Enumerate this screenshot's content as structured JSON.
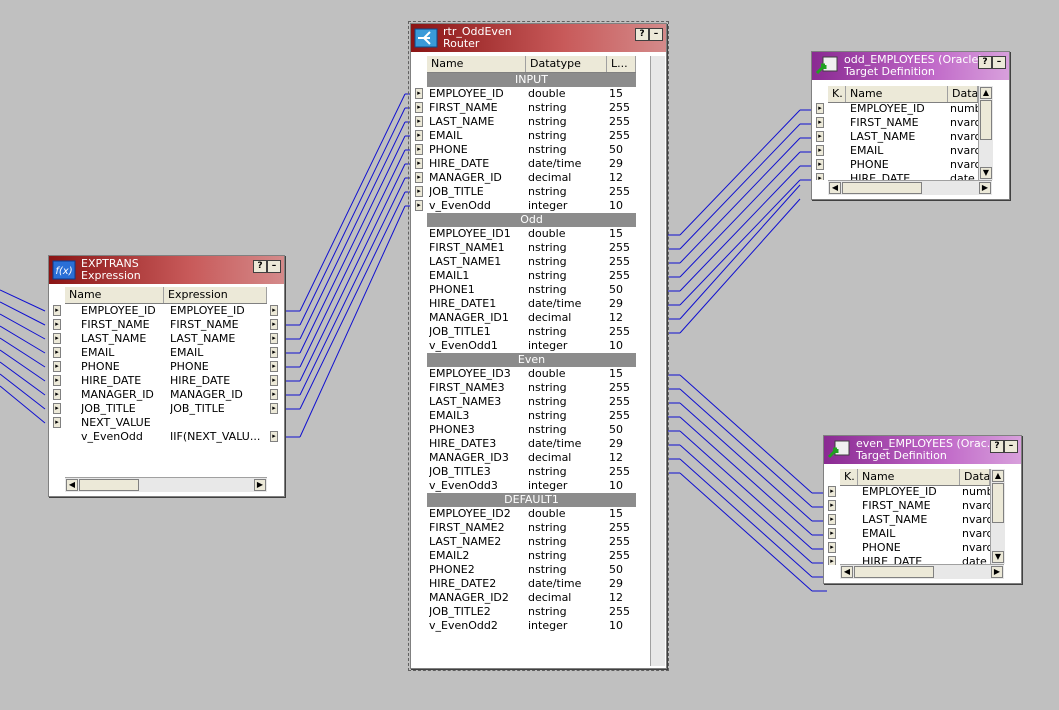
{
  "expression": {
    "title": "EXPTRANS",
    "subtitle": "Expression",
    "columns": [
      "Name",
      "Expression"
    ],
    "rows": [
      {
        "name": "EMPLOYEE_ID",
        "expr": "EMPLOYEE_ID"
      },
      {
        "name": "FIRST_NAME",
        "expr": "FIRST_NAME"
      },
      {
        "name": "LAST_NAME",
        "expr": "LAST_NAME"
      },
      {
        "name": "EMAIL",
        "expr": "EMAIL"
      },
      {
        "name": "PHONE",
        "expr": "PHONE"
      },
      {
        "name": "HIRE_DATE",
        "expr": "HIRE_DATE"
      },
      {
        "name": "MANAGER_ID",
        "expr": "MANAGER_ID"
      },
      {
        "name": "JOB_TITLE",
        "expr": "JOB_TITLE"
      },
      {
        "name": "NEXT_VALUE",
        "expr": ""
      },
      {
        "name": "v_EvenOdd",
        "expr": "IIF(NEXT_VALU..."
      }
    ]
  },
  "router": {
    "title": "rtr_OddEven",
    "subtitle": "Router",
    "columns": [
      "Name",
      "Datatype",
      "L..."
    ],
    "groups": [
      {
        "label": "INPUT",
        "rows": [
          {
            "name": "EMPLOYEE_ID",
            "type": "double",
            "len": "15"
          },
          {
            "name": "FIRST_NAME",
            "type": "nstring",
            "len": "255"
          },
          {
            "name": "LAST_NAME",
            "type": "nstring",
            "len": "255"
          },
          {
            "name": "EMAIL",
            "type": "nstring",
            "len": "255"
          },
          {
            "name": "PHONE",
            "type": "nstring",
            "len": "50"
          },
          {
            "name": "HIRE_DATE",
            "type": "date/time",
            "len": "29"
          },
          {
            "name": "MANAGER_ID",
            "type": "decimal",
            "len": "12"
          },
          {
            "name": "JOB_TITLE",
            "type": "nstring",
            "len": "255"
          },
          {
            "name": "v_EvenOdd",
            "type": "integer",
            "len": "10"
          }
        ]
      },
      {
        "label": "Odd",
        "rows": [
          {
            "name": "EMPLOYEE_ID1",
            "type": "double",
            "len": "15"
          },
          {
            "name": "FIRST_NAME1",
            "type": "nstring",
            "len": "255"
          },
          {
            "name": "LAST_NAME1",
            "type": "nstring",
            "len": "255"
          },
          {
            "name": "EMAIL1",
            "type": "nstring",
            "len": "255"
          },
          {
            "name": "PHONE1",
            "type": "nstring",
            "len": "50"
          },
          {
            "name": "HIRE_DATE1",
            "type": "date/time",
            "len": "29"
          },
          {
            "name": "MANAGER_ID1",
            "type": "decimal",
            "len": "12"
          },
          {
            "name": "JOB_TITLE1",
            "type": "nstring",
            "len": "255"
          },
          {
            "name": "v_EvenOdd1",
            "type": "integer",
            "len": "10"
          }
        ]
      },
      {
        "label": "Even",
        "rows": [
          {
            "name": "EMPLOYEE_ID3",
            "type": "double",
            "len": "15"
          },
          {
            "name": "FIRST_NAME3",
            "type": "nstring",
            "len": "255"
          },
          {
            "name": "LAST_NAME3",
            "type": "nstring",
            "len": "255"
          },
          {
            "name": "EMAIL3",
            "type": "nstring",
            "len": "255"
          },
          {
            "name": "PHONE3",
            "type": "nstring",
            "len": "50"
          },
          {
            "name": "HIRE_DATE3",
            "type": "date/time",
            "len": "29"
          },
          {
            "name": "MANAGER_ID3",
            "type": "decimal",
            "len": "12"
          },
          {
            "name": "JOB_TITLE3",
            "type": "nstring",
            "len": "255"
          },
          {
            "name": "v_EvenOdd3",
            "type": "integer",
            "len": "10"
          }
        ]
      },
      {
        "label": "DEFAULT1",
        "rows": [
          {
            "name": "EMPLOYEE_ID2",
            "type": "double",
            "len": "15"
          },
          {
            "name": "FIRST_NAME2",
            "type": "nstring",
            "len": "255"
          },
          {
            "name": "LAST_NAME2",
            "type": "nstring",
            "len": "255"
          },
          {
            "name": "EMAIL2",
            "type": "nstring",
            "len": "255"
          },
          {
            "name": "PHONE2",
            "type": "nstring",
            "len": "50"
          },
          {
            "name": "HIRE_DATE2",
            "type": "date/time",
            "len": "29"
          },
          {
            "name": "MANAGER_ID2",
            "type": "decimal",
            "len": "12"
          },
          {
            "name": "JOB_TITLE2",
            "type": "nstring",
            "len": "255"
          },
          {
            "name": "v_EvenOdd2",
            "type": "integer",
            "len": "10"
          }
        ]
      }
    ]
  },
  "odd_target": {
    "title": "odd_EMPLOYEES (Oracle)",
    "subtitle": "Target Definition",
    "columns": [
      "K.",
      "Name",
      "Dataty"
    ],
    "rows": [
      {
        "name": "EMPLOYEE_ID",
        "type": "numbe"
      },
      {
        "name": "FIRST_NAME",
        "type": "nvarc"
      },
      {
        "name": "LAST_NAME",
        "type": "nvarc"
      },
      {
        "name": "EMAIL",
        "type": "nvarc"
      },
      {
        "name": "PHONE",
        "type": "nvarc"
      },
      {
        "name": "HIRE_DATE",
        "type": "date"
      }
    ]
  },
  "even_target": {
    "title": "even_EMPLOYEES (Orac...",
    "subtitle": "Target Definition",
    "columns": [
      "K.",
      "Name",
      "Dataty"
    ],
    "rows": [
      {
        "name": "EMPLOYEE_ID",
        "type": "numbe"
      },
      {
        "name": "FIRST_NAME",
        "type": "nvarc"
      },
      {
        "name": "LAST_NAME",
        "type": "nvarc"
      },
      {
        "name": "EMAIL",
        "type": "nvarc"
      },
      {
        "name": "PHONE",
        "type": "nvarc"
      },
      {
        "name": "HIRE_DATE",
        "type": "date"
      }
    ]
  },
  "buttons": {
    "help": "?",
    "minimize": "–"
  },
  "icons": {
    "expression": "expression-transform-icon",
    "router": "router-transform-icon",
    "target": "target-definition-icon"
  },
  "colors": {
    "link": "#1010d0",
    "title_red": "#8a1414",
    "title_purple": "#8a2a92",
    "canvas": "#c0c0c0"
  }
}
